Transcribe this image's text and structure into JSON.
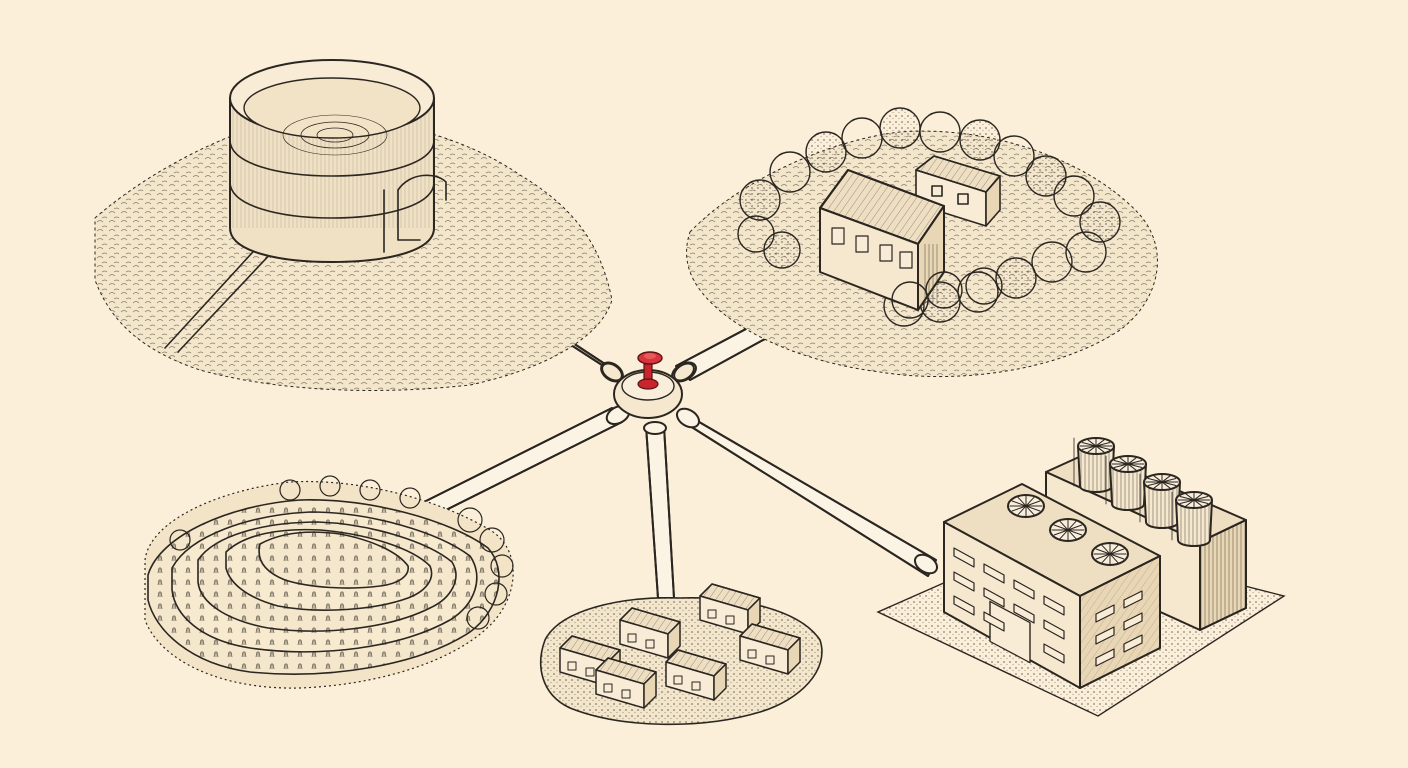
{
  "diagram": {
    "hub": {
      "name": "distribution-valve",
      "valve_color": "#c8262c"
    },
    "nodes": [
      {
        "id": "reservoir",
        "kind": "circular water tank on hill"
      },
      {
        "id": "treatment-plant",
        "kind": "building in grove of trees"
      },
      {
        "id": "terraced-farm",
        "kind": "terraced field"
      },
      {
        "id": "village",
        "kind": "cluster of houses"
      },
      {
        "id": "factory",
        "kind": "industrial plant with cooling towers"
      }
    ],
    "pipes": [
      {
        "from": "reservoir",
        "to": "hub"
      },
      {
        "from": "hub",
        "to": "treatment-plant"
      },
      {
        "from": "hub",
        "to": "terraced-farm"
      },
      {
        "from": "hub",
        "to": "village"
      },
      {
        "from": "hub",
        "to": "factory"
      }
    ],
    "colors": {
      "paper": "#fbefd9",
      "ink": "#2b2620",
      "fill": "#f6e8cf",
      "valve": "#c8262c"
    }
  }
}
